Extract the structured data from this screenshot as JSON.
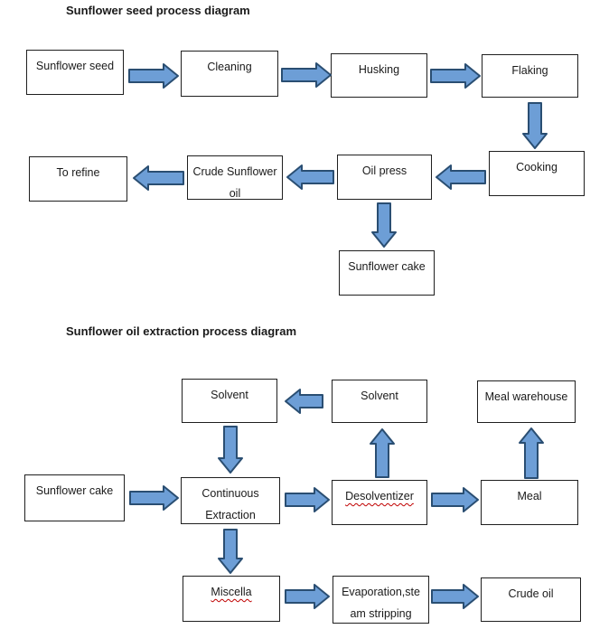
{
  "section1": {
    "title": "Sunflower seed process diagram",
    "nodes": {
      "sunflower_seed": {
        "label": "Sunflower seed"
      },
      "cleaning": {
        "label": "Cleaning"
      },
      "husking": {
        "label": "Husking"
      },
      "flaking": {
        "label": "Flaking"
      },
      "cooking": {
        "label": "Cooking"
      },
      "oil_press": {
        "label": "Oil press"
      },
      "crude_sunflower_oil": {
        "lines": [
          "Crude Sunflower",
          "oil"
        ]
      },
      "to_refine": {
        "label": "To refine"
      },
      "sunflower_cake": {
        "label": "Sunflower cake"
      }
    }
  },
  "section2": {
    "title": "Sunflower oil extraction process diagram",
    "nodes": {
      "solvent_left": {
        "label": "Solvent"
      },
      "solvent_right": {
        "label": "Solvent"
      },
      "meal_warehouse": {
        "label": "Meal warehouse"
      },
      "sunflower_cake": {
        "label": "Sunflower cake"
      },
      "continuous_extraction": {
        "lines": [
          "Continuous",
          "Extraction"
        ]
      },
      "desolventizer": {
        "label": "Desolventizer",
        "misspelled": true
      },
      "meal": {
        "label": "Meal"
      },
      "miscella": {
        "label": "Miscella",
        "misspelled": true
      },
      "evaporation_steam_stripping": {
        "lines": [
          "Evaporation,ste",
          "am stripping"
        ]
      },
      "crude_oil": {
        "label": "Crude oil"
      }
    }
  },
  "colors": {
    "arrow_fill": "#6D9ED6",
    "arrow_border": "#2A4E72",
    "box_border": "#1F1F1F",
    "spellcheck_underline": "#C00000"
  }
}
